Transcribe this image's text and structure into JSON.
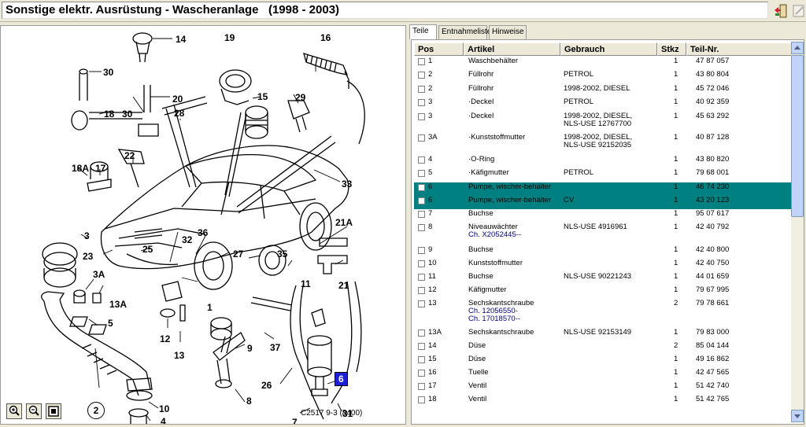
{
  "window": {
    "title": "Sonstige elektr. Ausrüstung - Wascheranlage   (1998 - 2003)",
    "exit_icon": "exit-door-icon",
    "edit_icon": "edit-note-icon"
  },
  "diagram": {
    "caption": "C2517 9-3 (8400)",
    "highlight_label": "6",
    "callouts": [
      "14",
      "19",
      "16",
      "30",
      "20",
      "15",
      "29",
      "18",
      "30",
      "28",
      "22",
      "17",
      "18A",
      "33",
      "3",
      "21A",
      "32",
      "36",
      "23",
      "25",
      "27",
      "35",
      "3A",
      "13A",
      "1",
      "11",
      "5",
      "21",
      "12",
      "13",
      "9",
      "37",
      "26",
      "6",
      "10",
      "2",
      "4",
      "7",
      "31",
      "8"
    ],
    "zoom_buttons": [
      {
        "name": "zoom-in",
        "icon": "zoom-in-icon"
      },
      {
        "name": "zoom-out",
        "icon": "zoom-out-icon"
      },
      {
        "name": "zoom-fit",
        "icon": "fit-page-icon"
      }
    ]
  },
  "tabs": [
    {
      "label": "Teile",
      "active": true
    },
    {
      "label": "Entnahmeliste",
      "active": false
    },
    {
      "label": "Hinweise",
      "active": false
    }
  ],
  "table": {
    "columns": [
      "Pos",
      "Artikel",
      "Gebrauch",
      "Stkz",
      "Teil-Nr."
    ],
    "selected_color": "#008080",
    "rows": [
      {
        "pos": "1",
        "article": "Waschbehälter",
        "usage": "",
        "qty": "1",
        "part": "47 87 057"
      },
      {
        "pos": "2",
        "article": "Füllrohr",
        "usage": "PETROL",
        "qty": "1",
        "part": "43 80 804"
      },
      {
        "pos": "2",
        "article": "Füllrohr",
        "usage": "1998-2002, DIESEL",
        "qty": "1",
        "part": "45 72 046"
      },
      {
        "pos": "3",
        "article": "·Deckel",
        "usage": "PETROL",
        "qty": "1",
        "part": "40 92 359"
      },
      {
        "pos": "3",
        "article": "·Deckel",
        "usage": "1998-2002, DIESEL,",
        "usage2": "NLS-USE 12767700",
        "qty": "1",
        "part": "45 63 292"
      },
      {
        "pos": "3A",
        "article": "·Kunststoffmutter",
        "usage": "1998-2002, DIESEL,",
        "usage2": "NLS-USE 92152035",
        "qty": "1",
        "part": "40 87 128"
      },
      {
        "pos": "4",
        "article": "·O-Ring",
        "usage": "",
        "qty": "1",
        "part": "43 80 820"
      },
      {
        "pos": "5",
        "article": "·Käfigmutter",
        "usage": "PETROL",
        "qty": "1",
        "part": "79 68 001"
      },
      {
        "pos": "6",
        "article": "Pumpe, wischer-behälter",
        "usage": "",
        "qty": "1",
        "part": "46 74 230",
        "selected": true
      },
      {
        "pos": "6",
        "article": "Pumpe, wischer-behälter",
        "usage": "CV",
        "qty": "1",
        "part": "43 20 123",
        "selected": true
      },
      {
        "pos": "7",
        "article": "Buchse",
        "usage": "",
        "qty": "1",
        "part": "95 07 617"
      },
      {
        "pos": "8",
        "article": "Niveauwächter",
        "article2": "Ch. X2052445--",
        "usage": "NLS-USE 4916961",
        "qty": "1",
        "part": "42 40 792"
      },
      {
        "pos": "9",
        "article": "Buchse",
        "usage": "",
        "qty": "1",
        "part": "42 40 800"
      },
      {
        "pos": "10",
        "article": "Kunststoffmutter",
        "usage": "",
        "qty": "1",
        "part": "42 40 750"
      },
      {
        "pos": "11",
        "article": "Buchse",
        "usage": "NLS-USE 90221243",
        "qty": "1",
        "part": "44 01 659"
      },
      {
        "pos": "12",
        "article": "Käfigmutter",
        "usage": "",
        "qty": "1",
        "part": "79 67 995"
      },
      {
        "pos": "13",
        "article": "Sechskantschraube",
        "article2": "Ch. 12056550-",
        "article3": "Ch. 17018570--",
        "usage": "",
        "qty": "2",
        "part": "79 78 661"
      },
      {
        "pos": "13A",
        "article": "Sechskantschraube",
        "usage": "NLS-USE 92153149",
        "qty": "1",
        "part": "79 83 000"
      },
      {
        "pos": "14",
        "article": "Düse",
        "usage": "",
        "qty": "2",
        "part": "85 04 144"
      },
      {
        "pos": "15",
        "article": "Düse",
        "usage": "",
        "qty": "1",
        "part": "49 16 862"
      },
      {
        "pos": "16",
        "article": "Tuelle",
        "usage": "",
        "qty": "1",
        "part": "42 47 565"
      },
      {
        "pos": "17",
        "article": "Ventil",
        "usage": "",
        "qty": "1",
        "part": "51 42 740"
      },
      {
        "pos": "18",
        "article": "Ventil",
        "usage": "",
        "qty": "1",
        "part": "51 42 765"
      }
    ]
  }
}
